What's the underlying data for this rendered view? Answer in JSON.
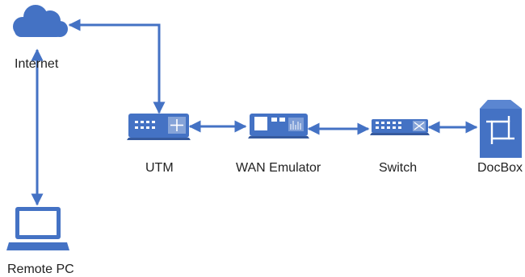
{
  "nodes": {
    "internet": {
      "label": "Internet",
      "icon": "cloud-icon"
    },
    "remote_pc": {
      "label": "Remote PC",
      "icon": "laptop-icon"
    },
    "utm": {
      "label": "UTM",
      "icon": "firewall-router-icon"
    },
    "wan_emulator": {
      "label": "WAN Emulator",
      "icon": "wan-emulator-icon"
    },
    "switch": {
      "label": "Switch",
      "icon": "network-switch-icon"
    },
    "docbox": {
      "label": "DocBox",
      "icon": "docbox-server-icon"
    }
  },
  "colors": {
    "accent": "#4472C4",
    "link": "#4472C4",
    "label_text": "#222222"
  },
  "links": [
    [
      "internet",
      "utm"
    ],
    [
      "internet",
      "remote_pc"
    ],
    [
      "utm",
      "wan_emulator"
    ],
    [
      "wan_emulator",
      "switch"
    ],
    [
      "switch",
      "docbox"
    ]
  ]
}
